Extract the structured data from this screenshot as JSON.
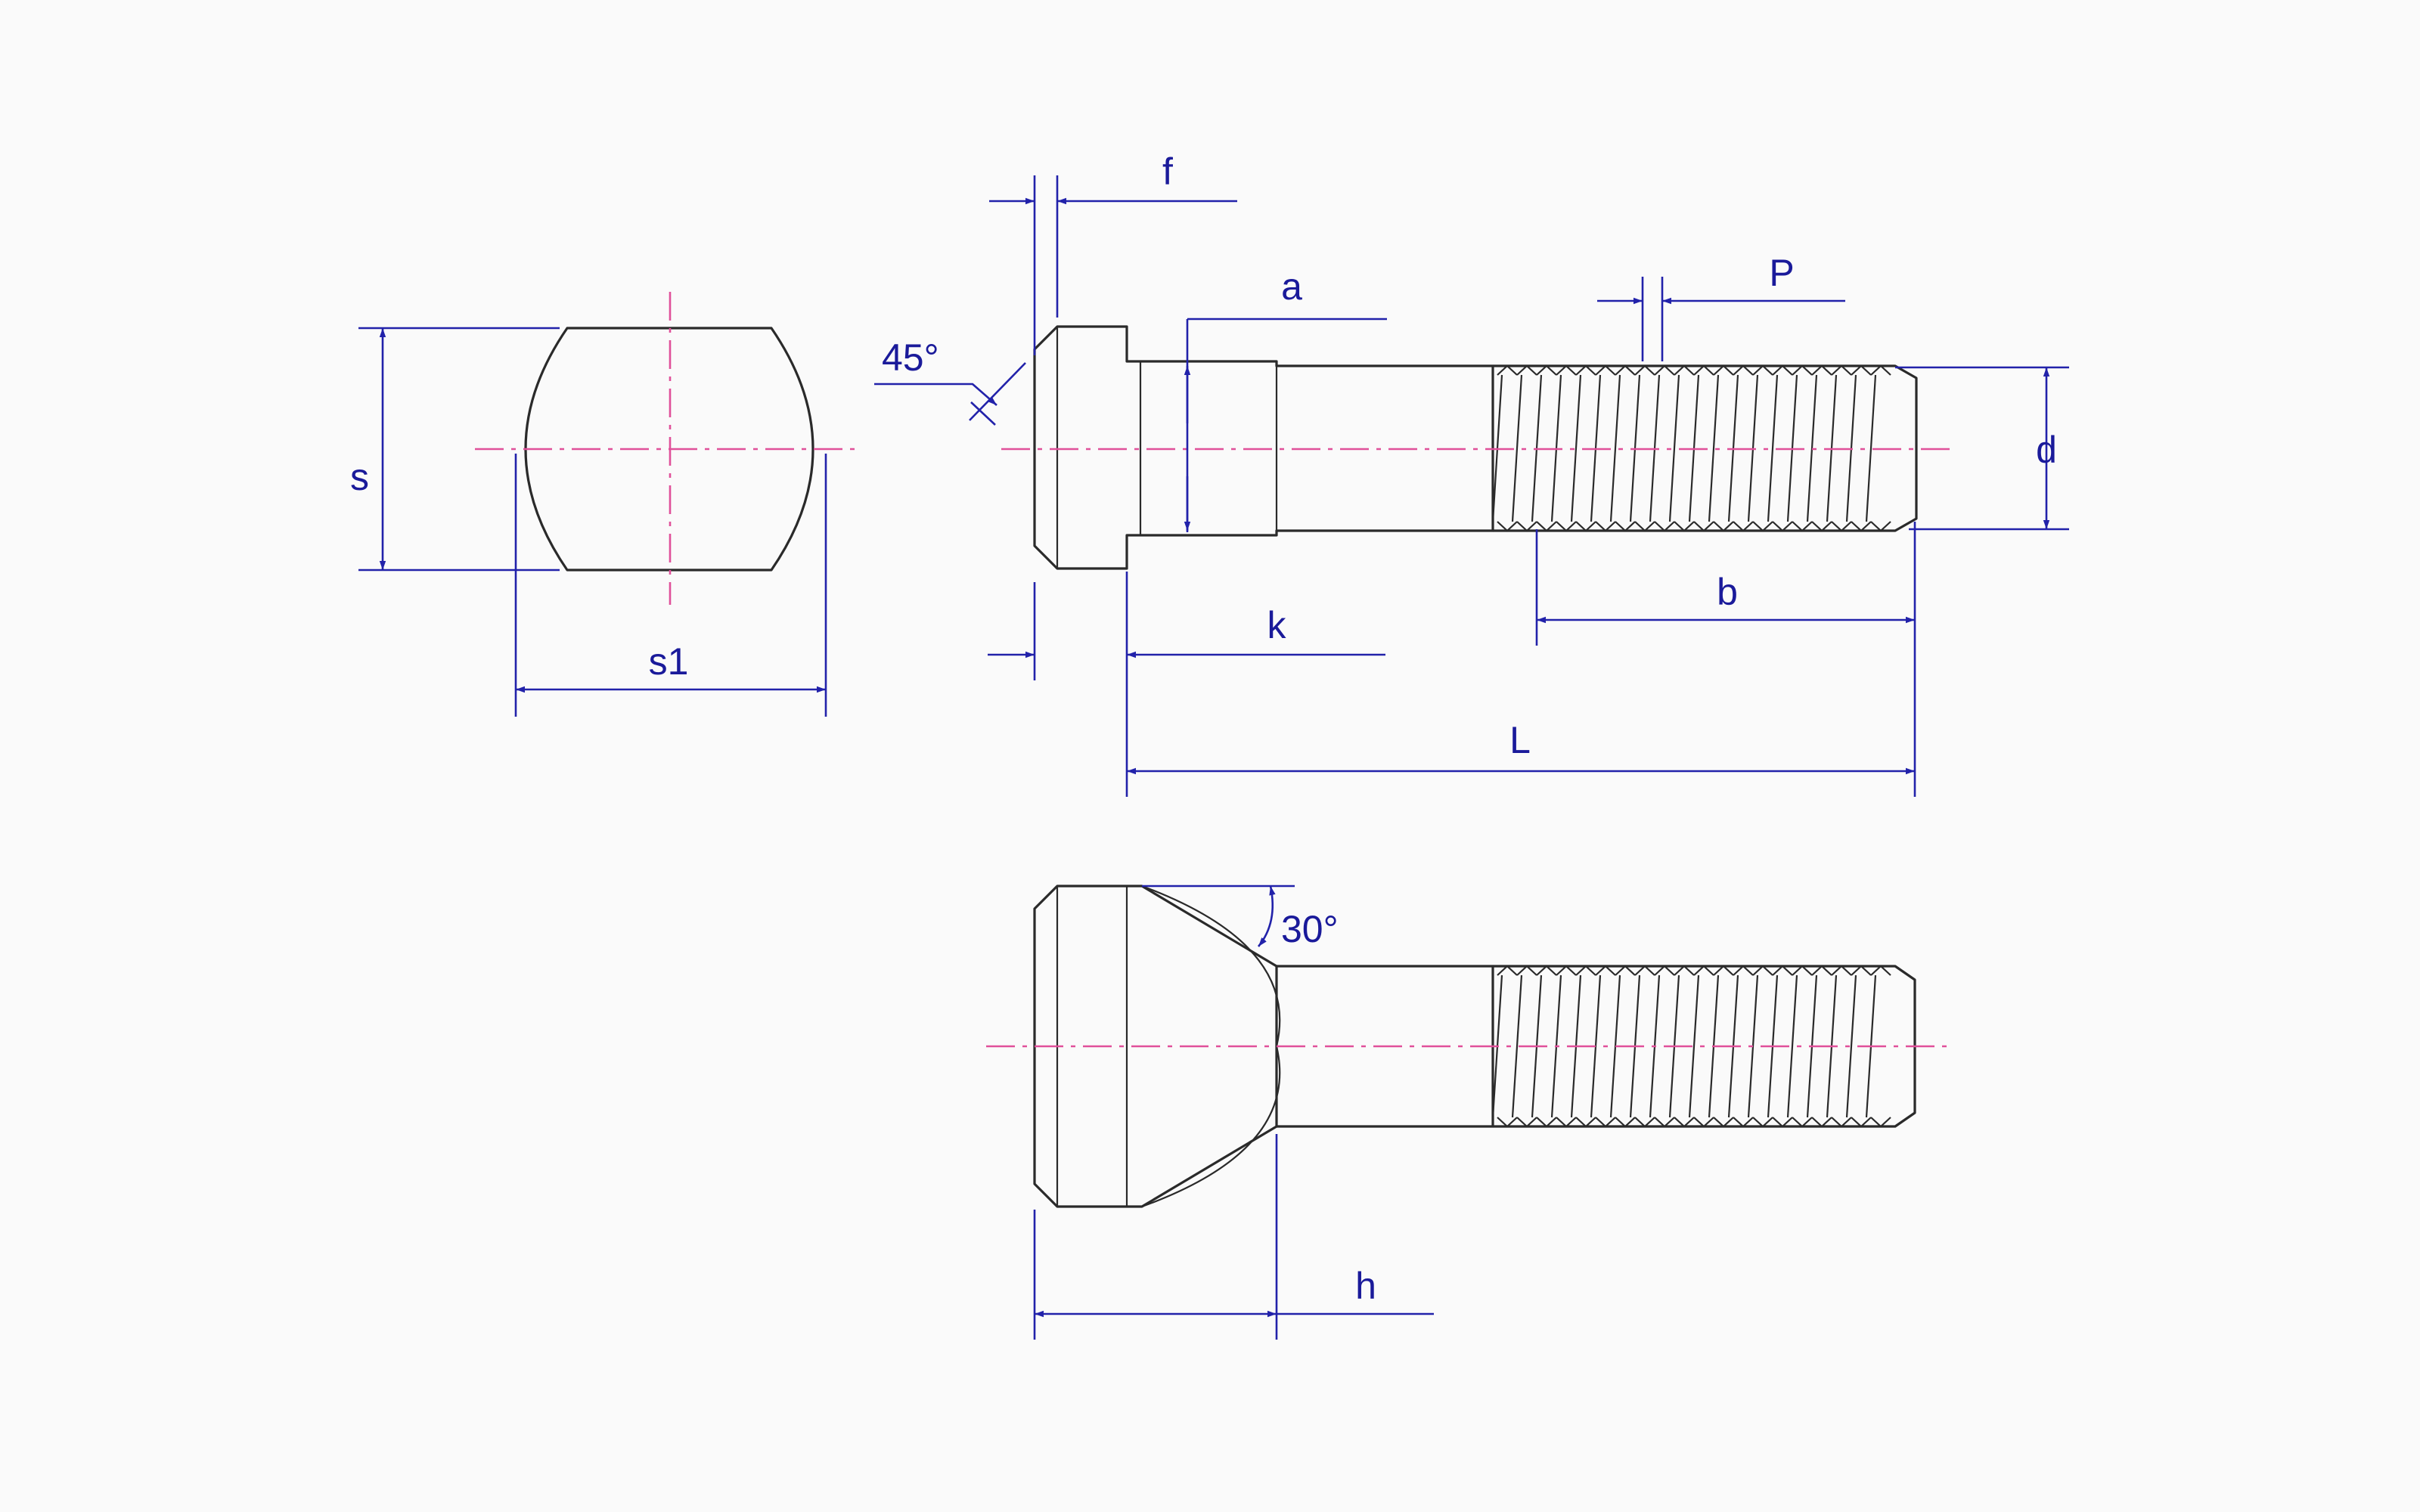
{
  "labels": {
    "s": "s",
    "s1": "s1",
    "f": "f",
    "a": "a",
    "angle_45": "45°",
    "P": "P",
    "d": "d",
    "b": "b",
    "k": "k",
    "L": "L",
    "angle_30": "30°",
    "h": "h"
  },
  "colors": {
    "outline": "#2a2a2a",
    "dimension": "#2222aa",
    "centerline": "#e0509a",
    "background": "#fafafa"
  }
}
